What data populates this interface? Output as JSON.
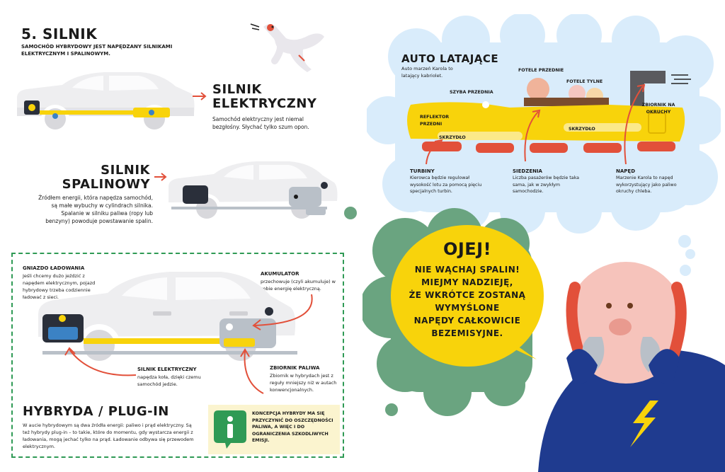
{
  "section": {
    "title": "5. SILNIK",
    "intro": "SAMOCHÓD HYBRYDOWY JEST NAPĘDZANY SILNIKAMI ELEKTRYCZNYM I SPALINOWYM."
  },
  "electric": {
    "title_line1": "SILNIK",
    "title_line2": "ELEKTRYCZNY",
    "text": "Samochód elektryczny jest niemal bezgłośny. Słychać tylko szum opon."
  },
  "combustion": {
    "title_line1": "SILNIK",
    "title_line2": "SPALINOWY",
    "text": "Źródłem energii, która napędza samochód, są małe wybuchy w cylindrach silnika. Spalanie w silniku paliwa (ropy lub benzyny) powoduje powstawanie spalin."
  },
  "hybrid": {
    "socket_title": "GNIAZDO ŁADOWANIA",
    "socket_text": "Jeśli chcemy dużo jeździć z napędem elektrycznym, pojazd hybrydowy trzeba codziennie ładować z sieci.",
    "battery_title": "AKUMULATOR",
    "battery_text": "przechowuje (czyli akumuluje) w sobie energię elektryczną.",
    "motor_title": "SILNIK ELEKTRYCZNY",
    "motor_text": "napędza koła, dzięki czemu samochód jedzie.",
    "tank_title": "ZBIORNIK PALIWA",
    "tank_text": "Zbiornik w hybrydach jest z reguły mniejszy niż w autach konwencjonalnych.",
    "plugin_title": "HYBRYDA / PLUG-IN",
    "plugin_text": "W aucie hybrydowym są dwa źródła energii: paliwo i prąd elektryczny. Są też hybrydy plug-in – to takie, które do momentu, gdy wystarcza energii z ładowania, mogą jechać tylko na prąd. Ładowanie odbywa się przewodem elektrycznym.",
    "info_text": "KONCEPCJA HYBRYDY MA SIĘ PRZYCZYNIĆ DO OSZCZĘDNOŚCI PALIWA, A WIĘC I DO OGRANICZENIA SZKODLIWYCH EMISJI."
  },
  "flying": {
    "title": "AUTO LATAJĄCE",
    "subtitle": "Auto marzeń Karola to latający kabriolet.",
    "front_seats": "FOTELE PRZEDNIE",
    "rear_seats": "FOTELE TYLNE",
    "windshield": "SZYBA PRZEDNIA",
    "headlight": "REFLEKTOR PRZEDNI",
    "wing1": "SKRZYDŁO",
    "wing2": "SKRZYDŁO",
    "tank": "ZBIORNIK NA OKRUCHY",
    "turbines_title": "TURBINY",
    "turbines_text": "Kierowca będzie regulował wysokość lotu za pomocą pięciu specjalnych turbin.",
    "seats_title": "SIEDZENIA",
    "seats_text": "Liczba pasażerów będzie taka sama, jak w zwykłym samochodzie.",
    "drive_title": "NAPĘD",
    "drive_text": "Marzenie Karola to napęd wykorzystujący jako paliwo okruchy chleba."
  },
  "bubble": {
    "exclaim": "OJEJ!",
    "line1": "NIE WĄCHAJ SPALIN!",
    "line2": "MIEJMY NADZIEJĘ,",
    "line3": "ŻE WKRÓTCE ZOSTANĄ",
    "line4": "WYMYŚLONE",
    "line5": "NAPĘDY CAŁKOWICIE",
    "line6": "BEZEMISYJNE."
  },
  "colors": {
    "accent_red": "#e2503a",
    "yellow": "#f8d30b",
    "green_dashed": "#2f9a55",
    "cloud_blue": "#d9ecfb",
    "green_cloud": "#6aa480",
    "navy": "#1f3b8f"
  },
  "icons": [
    "bird-illustration",
    "lightning-icon",
    "info-icon",
    "fuel-drop-icon",
    "arrow-icon"
  ]
}
